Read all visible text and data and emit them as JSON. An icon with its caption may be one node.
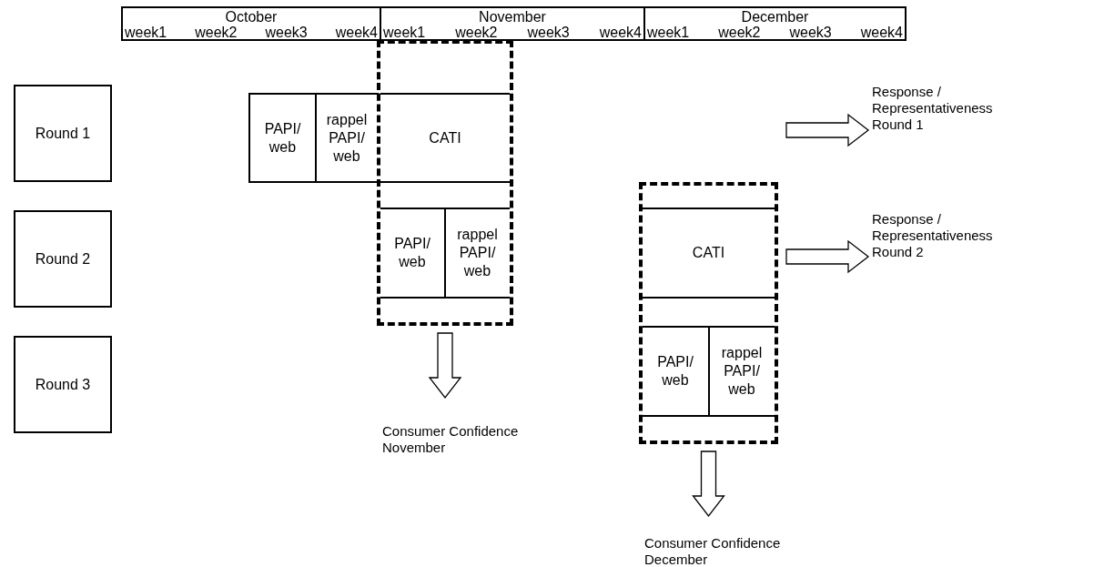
{
  "diagram": {
    "nodes": [
      {
        "text": [
          "October",
          "week1",
          "week2",
          "week3",
          "week4"
        ]
      },
      {
        "text": [
          "November",
          "week1",
          "week2",
          "week3",
          "week4"
        ]
      },
      {
        "text": [
          "December",
          "week1",
          "week2",
          "week3",
          "week4"
        ]
      },
      {
        "text": [
          "Round 1"
        ]
      },
      {
        "text": [],
        "shape": "box"
      },
      {
        "text": [
          "PAPI/ web"
        ]
      },
      {
        "text": [
          "rappel PAPI/ web"
        ]
      },
      {
        "text": [
          "CATI"
        ],
        "in": 4
      },
      {
        "text": [
          "Response / Representativeness Round 1"
        ]
      },
      {
        "text": [
          "Round 2"
        ]
      },
      {
        "text": [
          "PAPI/ web"
        ],
        "in": 4
      },
      {
        "text": [
          "rappel PAPI/ web"
        ],
        "in": 4
      },
      {
        "text": [],
        "shape": "box"
      },
      {
        "text": [
          "CATI"
        ],
        "in": 12
      },
      {
        "text": [
          "Response / Representativeness Round 2"
        ]
      },
      {
        "text": [
          "Round 3"
        ]
      },
      {
        "text": [
          "PAPI/ web"
        ],
        "in": 12
      },
      {
        "text": [
          "rappel PAPI/ web"
        ],
        "in": 12
      },
      {
        "text": [
          "Consumer Confidence November"
        ]
      },
      {
        "text": [
          "Consumer Confidence December"
        ]
      }
    ],
    "edges": [
      {
        "from": null,
        "to": 8,
        "arrow": "to"
      },
      {
        "from": null,
        "to": 14,
        "arrow": "to"
      },
      {
        "from": 4,
        "to": 18,
        "arrow": "to"
      },
      {
        "from": 12,
        "to": 19,
        "arrow": "to"
      }
    ]
  }
}
